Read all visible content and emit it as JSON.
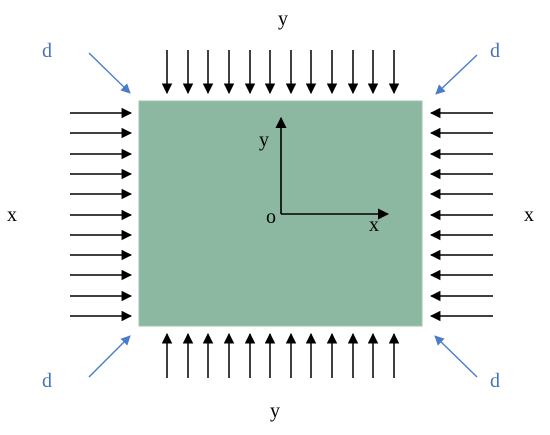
{
  "colors": {
    "plate_fill": "#8cb8a2",
    "plate_stroke": "#9fc3b1",
    "arrow": "#000000",
    "diagonal_arrow": "#4a7ccc",
    "diagonal_label": "#4472c4"
  },
  "labels": {
    "top_y": "y",
    "bottom_y": "y",
    "left_x": "x",
    "right_x": "x",
    "d_top_left": "d",
    "d_top_right": "d",
    "d_bottom_left": "d",
    "d_bottom_right": "d"
  },
  "axes": {
    "y_label": "y",
    "x_label": "x",
    "origin_label": "o"
  }
}
